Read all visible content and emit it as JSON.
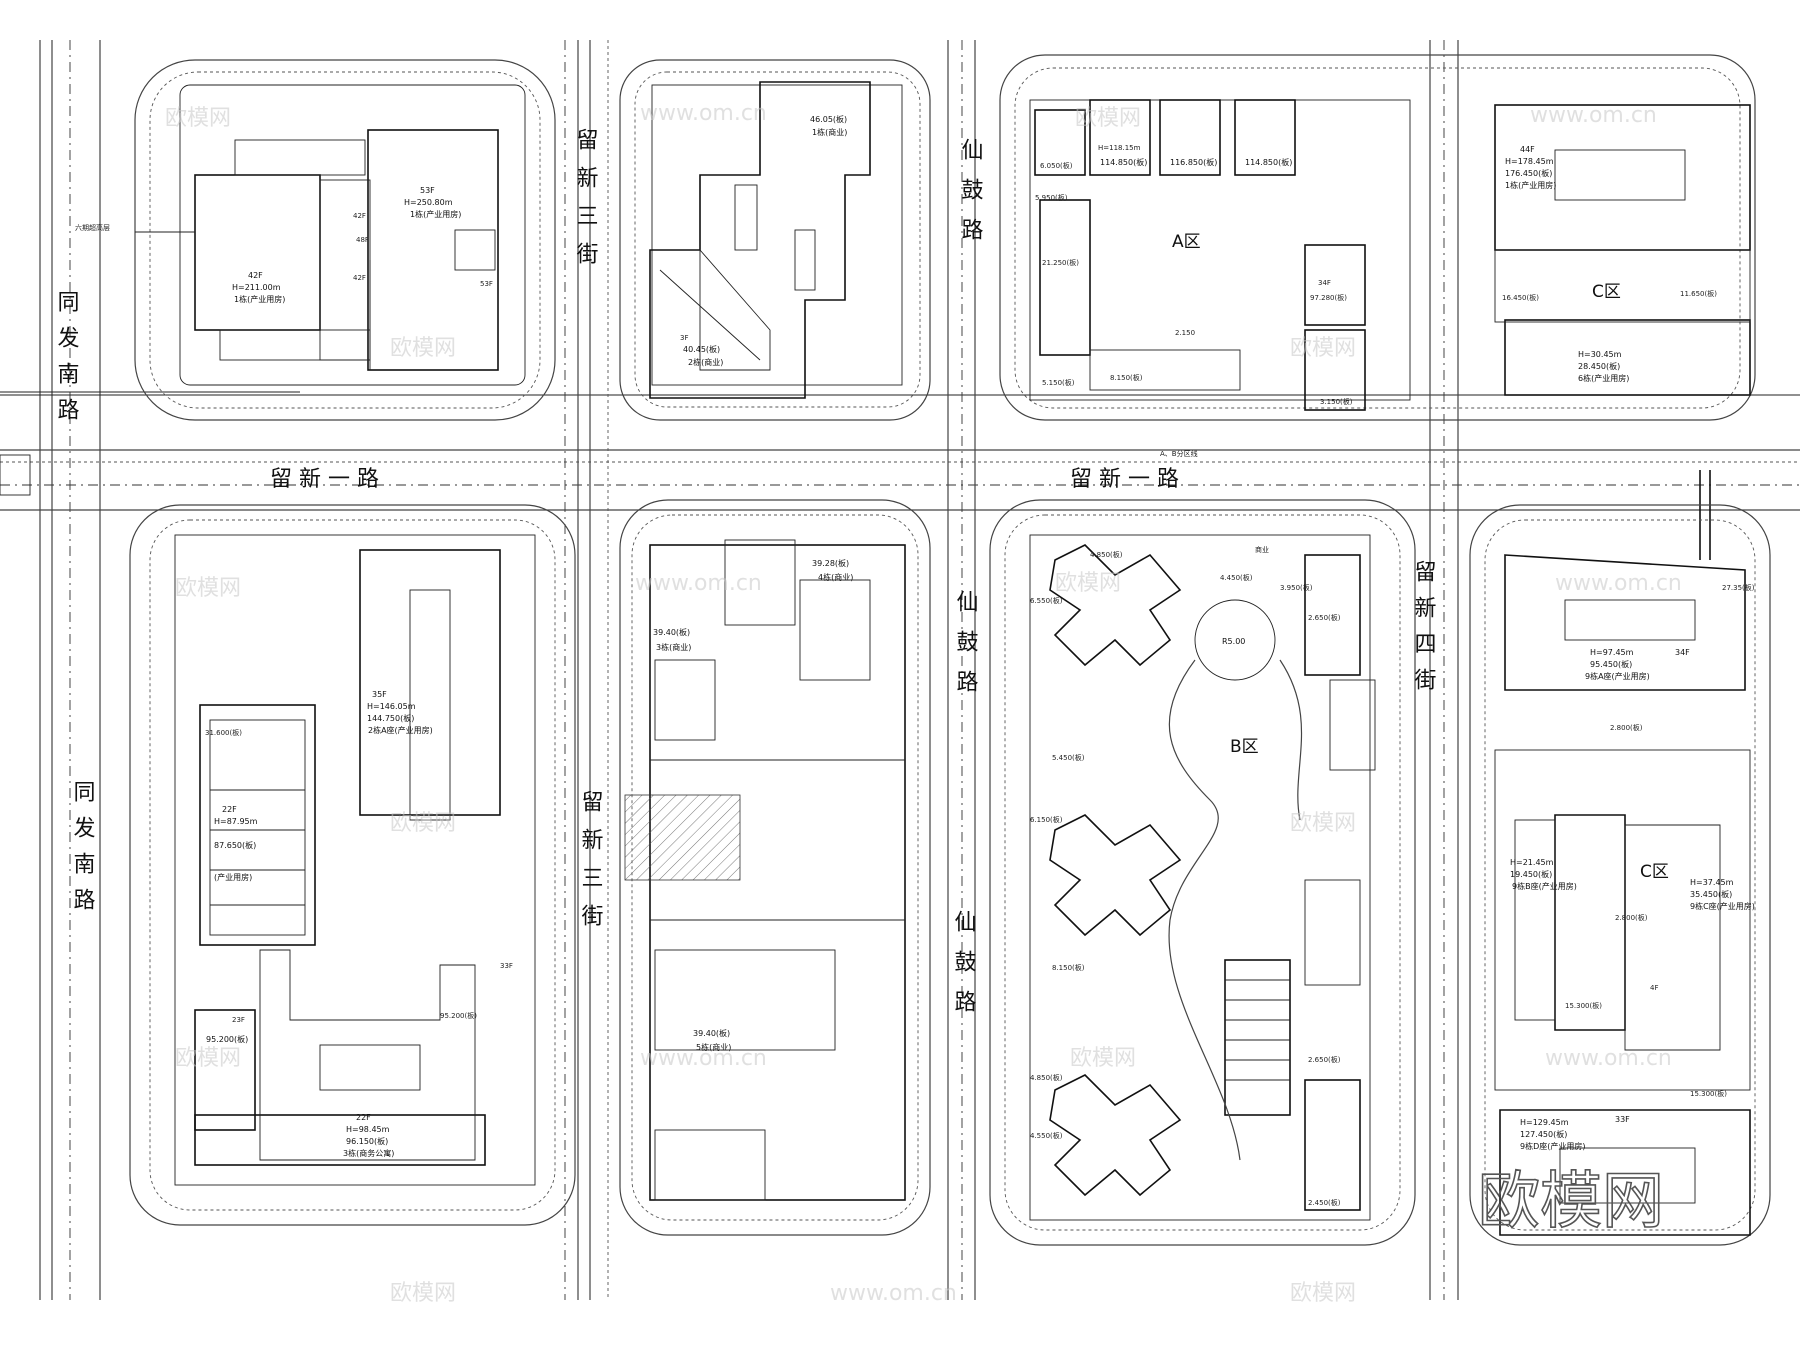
{
  "roads": {
    "liuxin_road": "留 新 一 路",
    "tongfa_south": "同发南路",
    "liuxin_3rd": "留新三街",
    "xiangu_road": "仙鼓路",
    "liuxin_4th": "留新四街",
    "ab_boundary": "A、B分区线"
  },
  "zones": {
    "a": "A区",
    "b": "B区",
    "c": "C区"
  },
  "blocks": {
    "nw": {
      "label_callout": "六期超高层",
      "b1": {
        "floors": "42F",
        "height": "H=211.00m",
        "use": "1栋(产业用房)"
      },
      "b2": {
        "floors": "53F",
        "height": "H=250.80m",
        "use": "1栋(产业用房)"
      },
      "side": [
        "42F",
        "48F",
        "42F",
        "53F"
      ]
    },
    "nc": {
      "t1": {
        "level": "46.05(板)",
        "use": "1栋(商业)"
      },
      "t2": {
        "level": "40.45(板)",
        "use": "2栋(商业)"
      },
      "note": "3F"
    },
    "ne": {
      "towers": [
        "114.850(板)",
        "116.850(板)",
        "114.850(板)"
      ],
      "h1": "H=118.15m",
      "tower_a": {
        "floors": "44F",
        "height": "H=178.45m",
        "level": "176.450(板)",
        "use": "1栋(产业用房)"
      },
      "c_tower": {
        "height": "H=30.45m",
        "level": "28.450(板)",
        "use": "6栋(产业用房)"
      },
      "lv": [
        "6.050(板)",
        "5.950(板)",
        "21.250(板)",
        "97.280(板)",
        "8.150(板)",
        "5.150(板)",
        "2.150",
        "3.150(板)",
        "16.450(板)",
        "11.650(板)"
      ],
      "mid": {
        "floors": "34F",
        "level": "97.280(板)"
      }
    },
    "sw": {
      "t1": {
        "floors": "35F",
        "height": "H=146.05m",
        "level": "144.750(板)",
        "use": "2栋A座(产业用房)"
      },
      "t2": {
        "floors": "22F",
        "height": "H=87.95m",
        "level": "87.650(板)",
        "use": "(产业用房)"
      },
      "t3": {
        "level": "95.200(板)"
      },
      "t4": {
        "floors": "22F",
        "height": "H=98.45m",
        "level": "96.150(板)",
        "use": "3栋(商务公寓)"
      },
      "lv": [
        "31.600(板)",
        "95.200(板)",
        "23F",
        "33F"
      ]
    },
    "sc": {
      "t1": {
        "level": "39.28(板)",
        "use": "4栋(商业)"
      },
      "t2": {
        "level": "39.40(板)",
        "use": "3栋(商业)"
      },
      "t3": {
        "level": "39.40(板)",
        "use": "5栋(商业)"
      }
    },
    "se": {
      "levels": [
        "4.850(板)",
        "6.550(板)",
        "4.450(板)",
        "3.950(板)",
        "2.650(板)",
        "5.450(板)",
        "6.150(板)",
        "8.150(板)",
        "4.850(板)",
        "4.550(板)",
        "2.650(板)",
        "2.450(板)"
      ],
      "circle": "R5.00",
      "shop": "商业"
    },
    "c": {
      "t1": {
        "floors": "34F",
        "height": "H=97.45m",
        "level": "95.450(板)",
        "use": "9栋A座(产业用房)"
      },
      "t2": {
        "height": "H=21.45m",
        "level": "19.450(板)",
        "use": "9栋B座(产业用房)"
      },
      "t3": {
        "height": "H=37.45m",
        "level": "35.450(板)",
        "use": "9栋C座(产业用房)"
      },
      "t4": {
        "floors": "33F",
        "height": "H=129.45m",
        "level": "127.450(板)",
        "use": "9栋D座(产业用房)"
      },
      "lv": [
        "27.35(板)",
        "2.800(板)",
        "2.800(板)",
        "15.300(板)",
        "15.300(板)",
        "4F"
      ]
    }
  },
  "watermarks": {
    "text": "欧模网",
    "url": "www.om.cn",
    "big": "欧模网"
  }
}
